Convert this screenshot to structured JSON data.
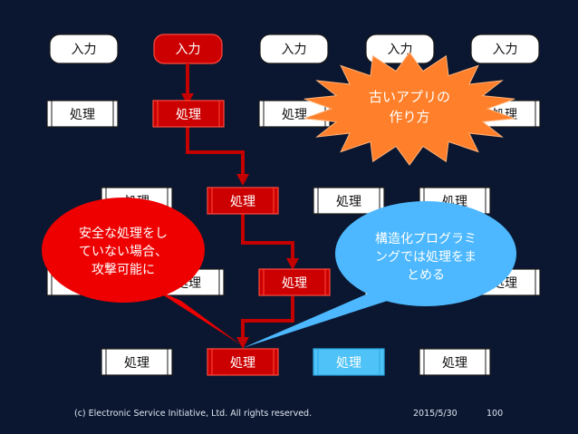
{
  "colors": {
    "background": "#0b1730",
    "box_fill": "#ffffff",
    "box_border": "#1a1a1a",
    "active_fill": "#cc0000",
    "active_border": "#ff4a3d",
    "cyan_fill": "#4fc3f7",
    "flow_line": "#c40000",
    "burst_fill": "#ff7f2a",
    "callout_red": "#ee0000",
    "callout_blue": "#4db8ff",
    "footer_text": "#dfe6f2"
  },
  "inputs": [
    {
      "label": "入力",
      "state": "normal"
    },
    {
      "label": "入力",
      "state": "active"
    },
    {
      "label": "入力",
      "state": "normal"
    },
    {
      "label": "入力",
      "state": "normal"
    },
    {
      "label": "入力",
      "state": "normal"
    }
  ],
  "process_rows": [
    [
      {
        "label": "処理",
        "state": "normal"
      },
      {
        "label": "処理",
        "state": "active"
      },
      {
        "label": "処理",
        "state": "normal"
      },
      {
        "label": "処理",
        "state": "normal"
      },
      {
        "label": "処理",
        "state": "normal"
      }
    ],
    [
      {
        "label": "処理",
        "state": "normal"
      },
      {
        "label": "処理",
        "state": "active"
      },
      {
        "label": "処理",
        "state": "normal"
      },
      {
        "label": "処理",
        "state": "normal"
      }
    ],
    [
      {
        "label": "処理",
        "state": "normal"
      },
      {
        "label": "処理",
        "state": "normal"
      },
      {
        "label": "処理",
        "state": "active"
      },
      {
        "label": "処理",
        "state": "normal"
      },
      {
        "label": "処理",
        "state": "normal"
      }
    ],
    [
      {
        "label": "処理",
        "state": "normal"
      },
      {
        "label": "処理",
        "state": "active"
      },
      {
        "label": "処理",
        "state": "cyan"
      },
      {
        "label": "処理",
        "state": "normal"
      }
    ]
  ],
  "burst": {
    "lines": [
      "古いアプリの",
      "作り方"
    ]
  },
  "callout_red": {
    "lines": [
      "安全な処理をし",
      "ていない場合、",
      "攻撃可能に"
    ]
  },
  "callout_blue": {
    "lines": [
      "構造化プログラミ",
      "ングでは処理をま",
      "とめる"
    ]
  },
  "footer": {
    "copyright": "(c) Electronic Service Initiative, Ltd. All rights reserved.",
    "date": "2015/5/30",
    "page": "100"
  }
}
